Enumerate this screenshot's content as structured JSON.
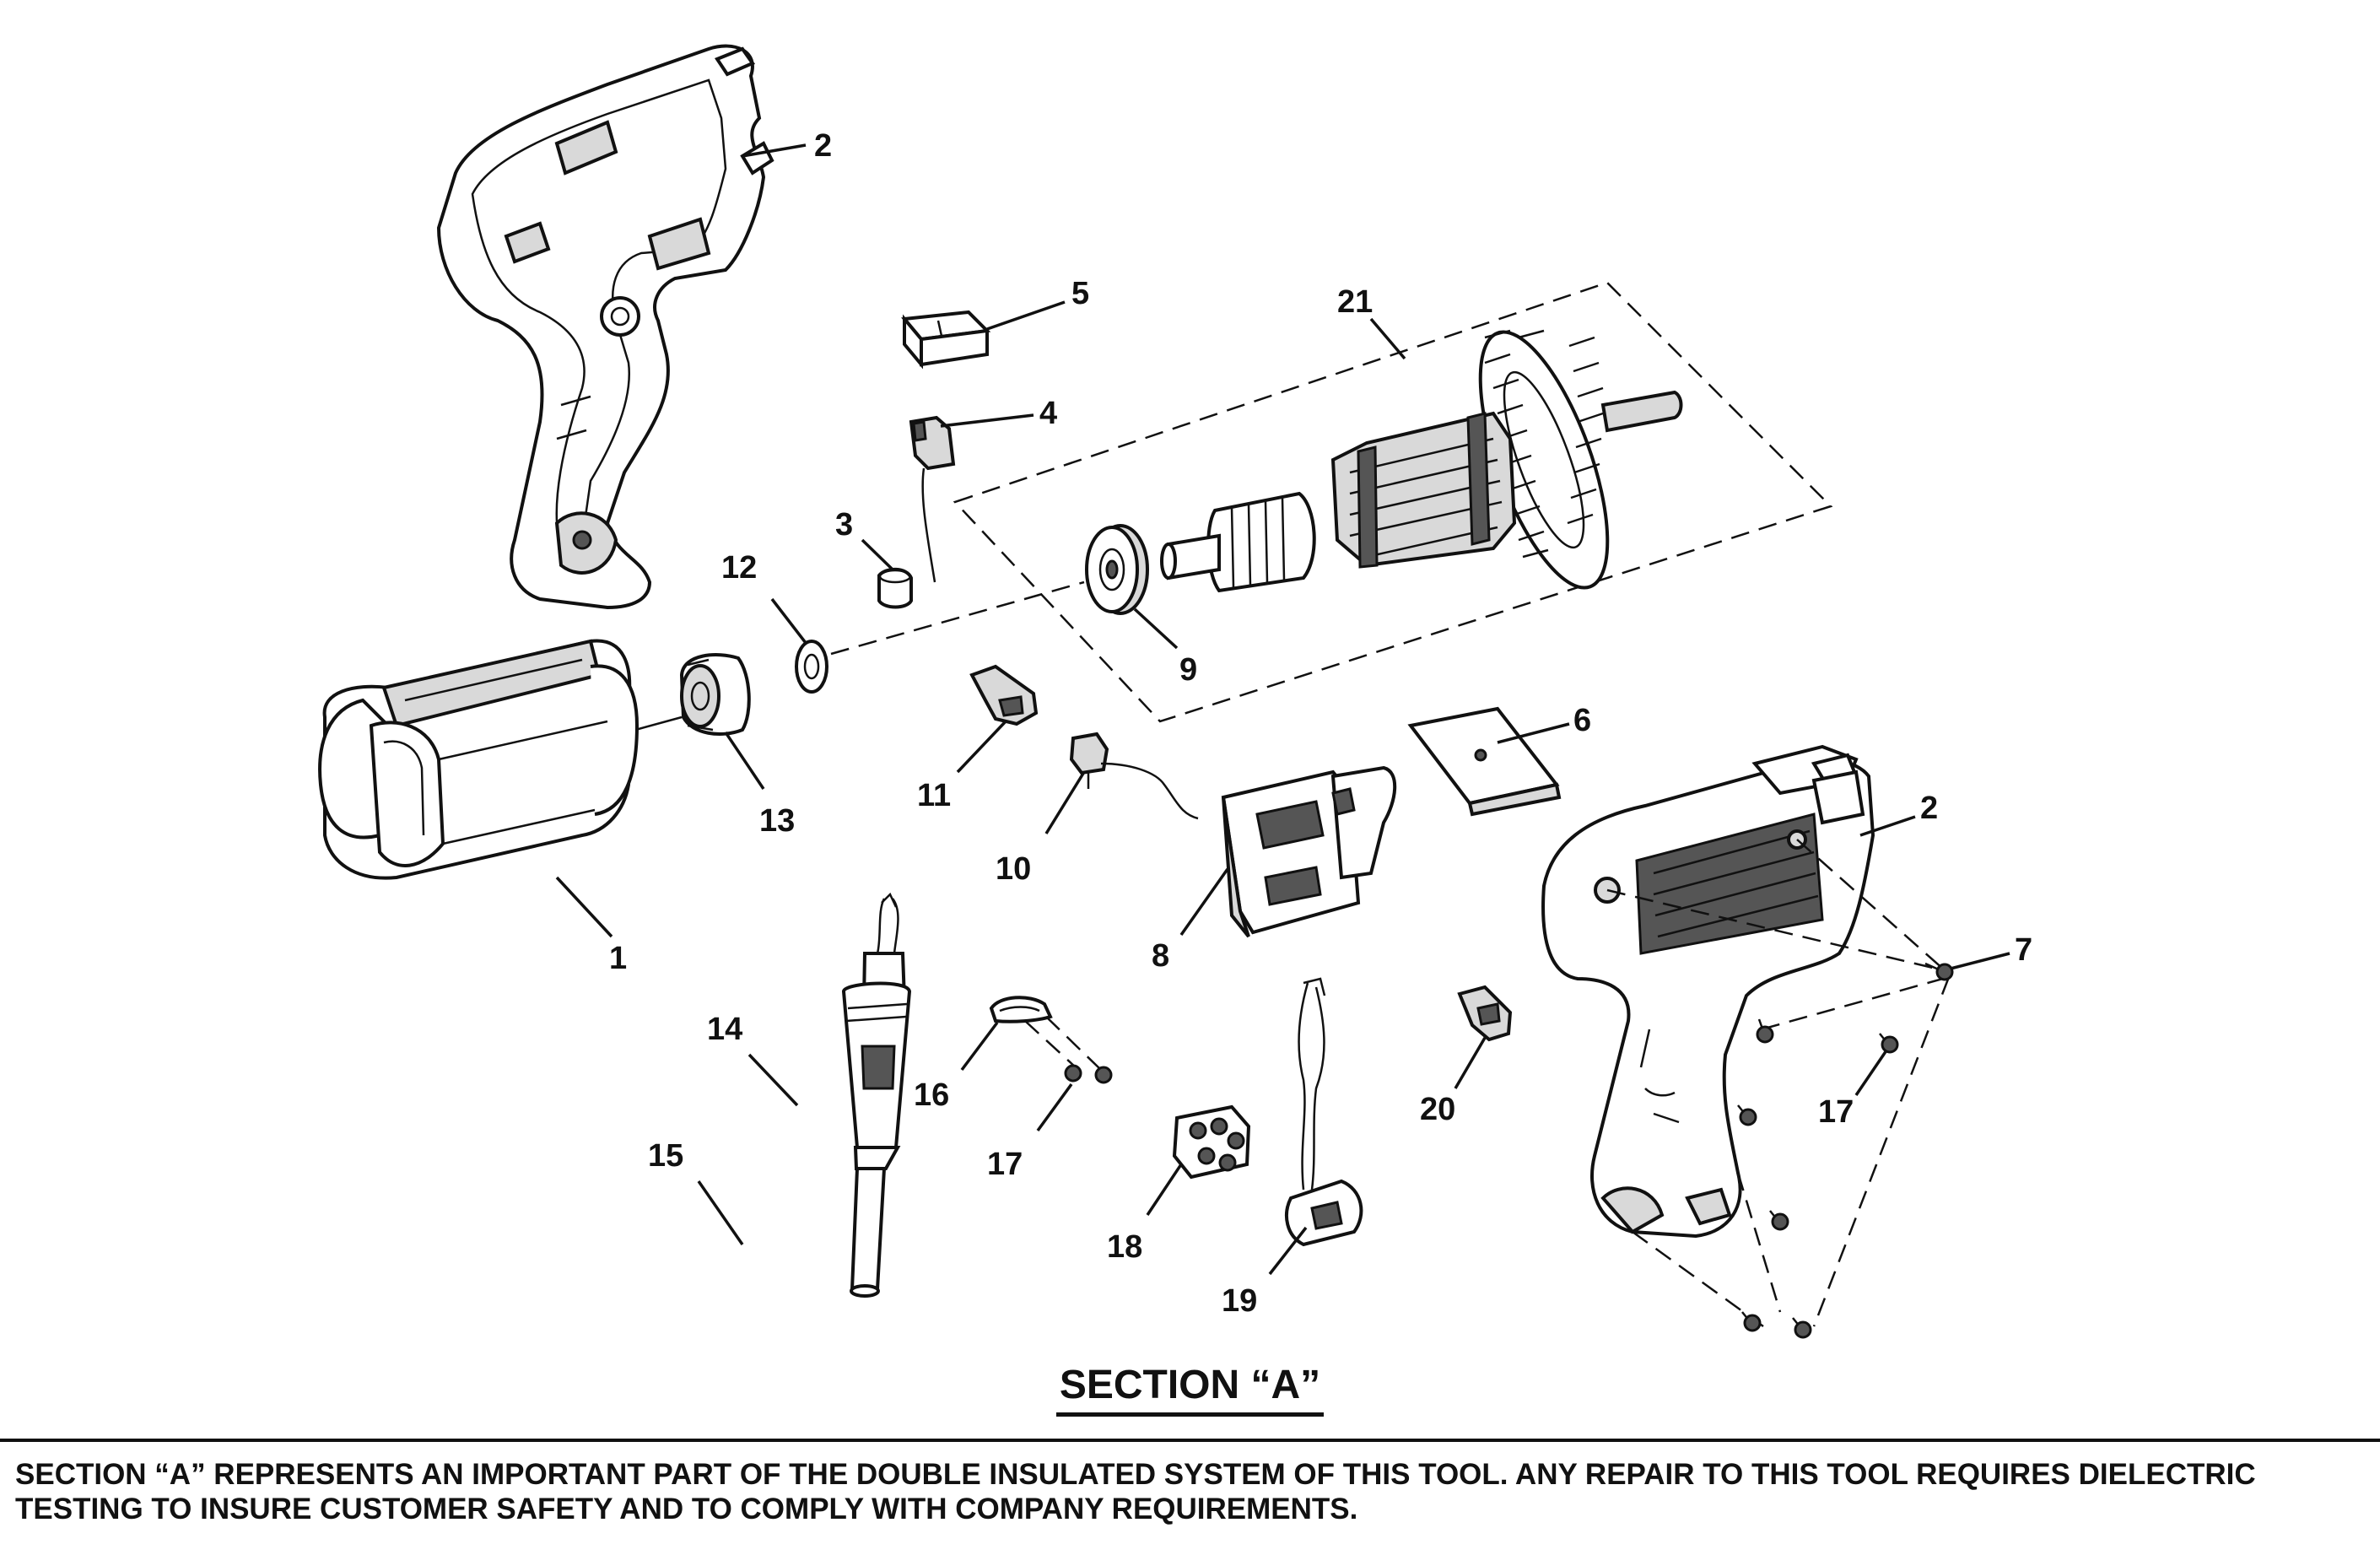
{
  "diagram": {
    "title": "SECTION “A”",
    "notice": "SECTION “A” REPRESENTS AN IMPORTANT PART OF THE DOUBLE INSULATED SYSTEM OF THIS TOOL. ANY REPAIR TO THIS TOOL REQUIRES DIELECTRIC TESTING TO INSURE CUSTOMER SAFETY AND TO COMPLY WITH COMPANY REQUIREMENTS.",
    "part_numbers": {
      "p1": "1",
      "p2a": "2",
      "p2b": "2",
      "p3": "3",
      "p4": "4",
      "p5": "5",
      "p6": "6",
      "p7": "7",
      "p8": "8",
      "p9": "9",
      "p10": "10",
      "p11": "11",
      "p12": "12",
      "p13": "13",
      "p14": "14",
      "p15": "15",
      "p16": "16",
      "p17a": "17",
      "p17b": "17",
      "p18": "18",
      "p19": "19",
      "p20": "20",
      "p21": "21"
    }
  }
}
